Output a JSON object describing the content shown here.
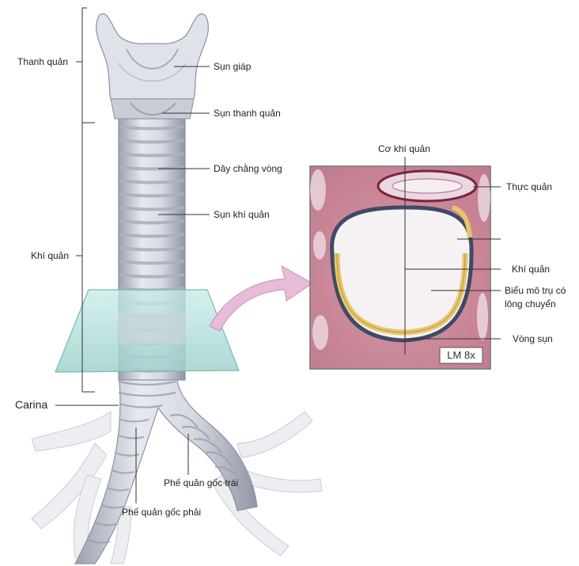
{
  "labels": {
    "larynx": "Thanh quản",
    "trachea": "Khí quản",
    "thyroid_cartilage": "Sụn giáp",
    "laryngeal_cartilage": "Sụn thanh quản",
    "annular_ligament": "Dây chằng vòng",
    "tracheal_cartilage": "Sụn khí quản",
    "carina": "Carina",
    "right_main_bronchus": "Phế quản gốc phải",
    "left_main_bronchus": "Phế quản gốc trái"
  },
  "inset": {
    "trachealis_muscle": "Cơ khí quản",
    "esophagus": "Thực quản",
    "trachea_lumen": "Khí quản",
    "epithelium_line1": "Biểu mô trụ có",
    "epithelium_line2": "lông chuyển",
    "cartilage_ring": "Vòng sụn",
    "magnification": "LM 8x"
  },
  "colors": {
    "trachea": "#d9dde6",
    "cartilage_band": "#b6bcc9",
    "plane": "#a9d8d3",
    "arrow": "#e3b6d8",
    "tissue": "#b8324f",
    "cartilage_yellow": "#e8c766"
  }
}
